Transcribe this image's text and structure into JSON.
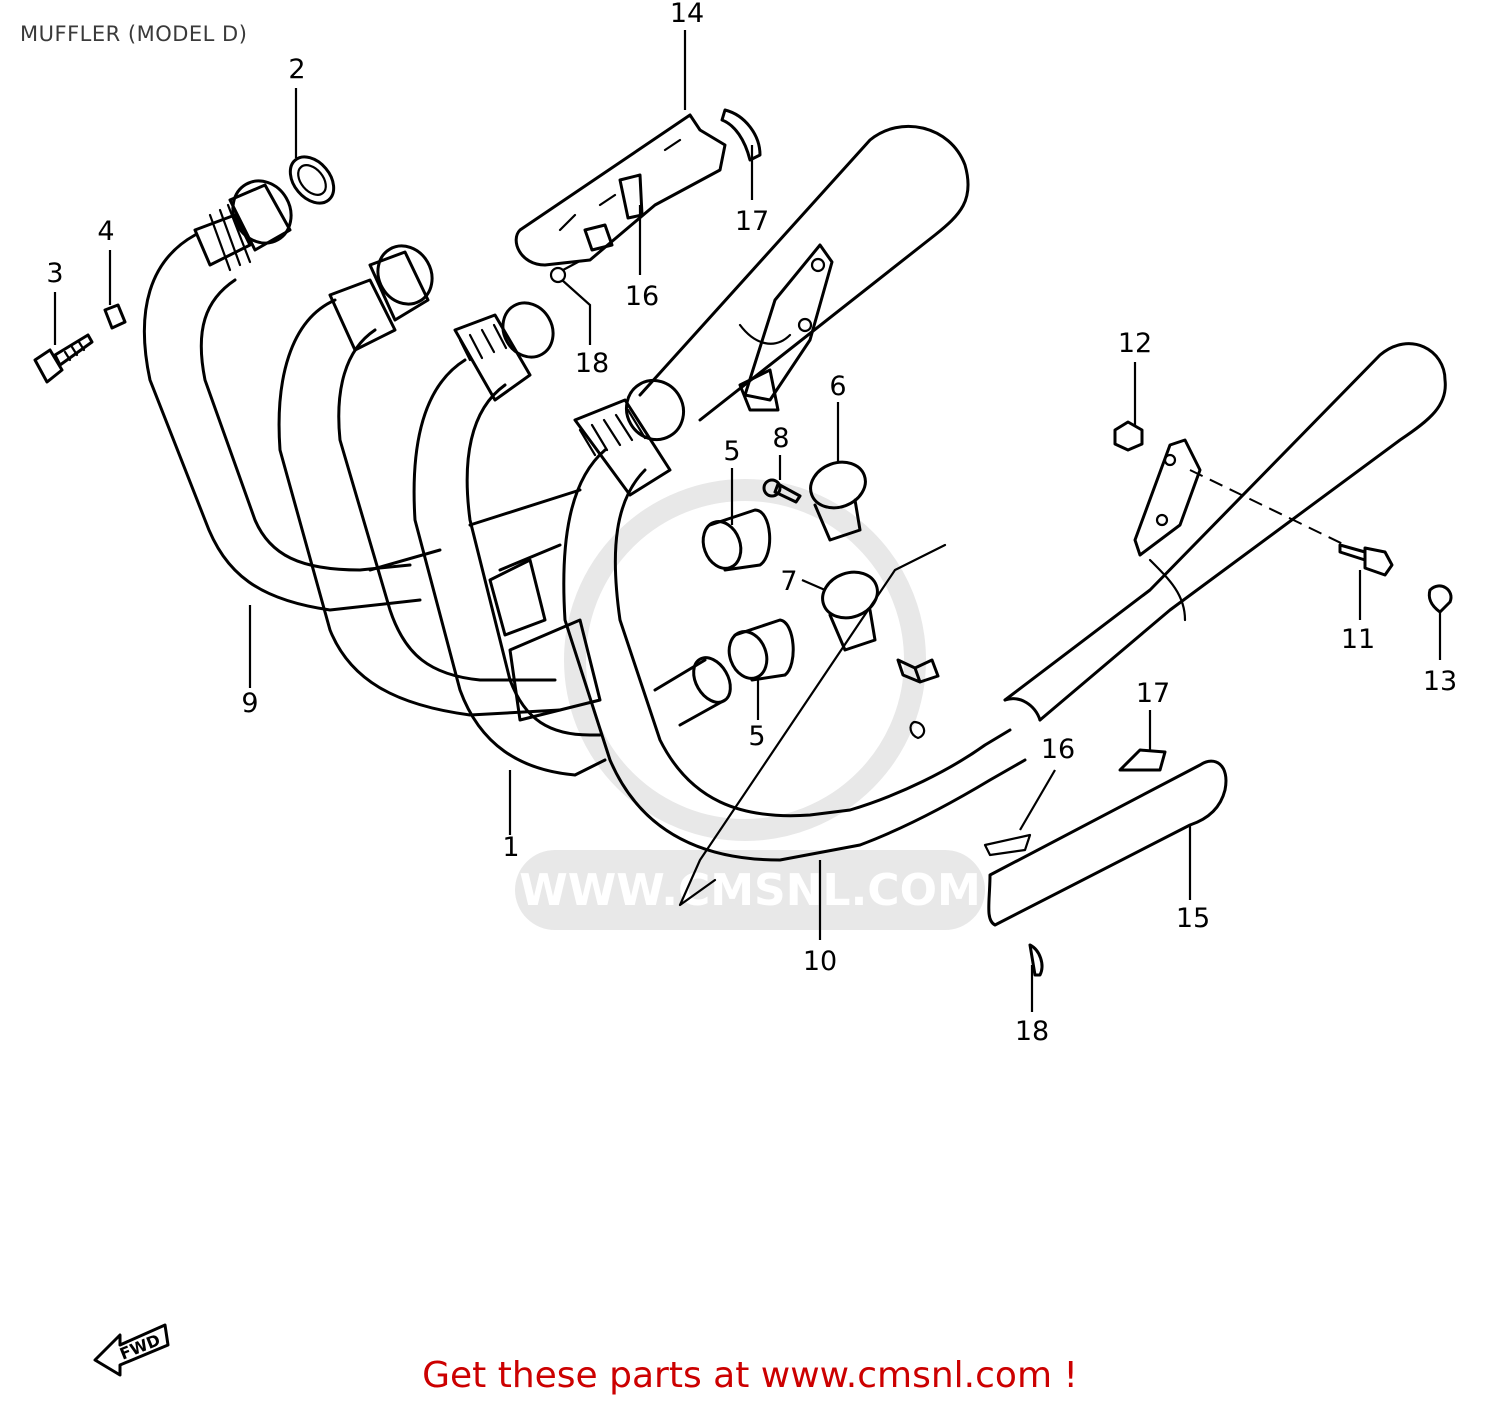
{
  "diagram": {
    "title": "MUFFLER (MODEL D)",
    "callouts": [
      "14",
      "2",
      "4",
      "3",
      "17",
      "16",
      "18",
      "12",
      "6",
      "8",
      "5",
      "7",
      "11",
      "13",
      "9",
      "5",
      "17",
      "16",
      "1",
      "15",
      "10",
      "18"
    ],
    "direction_tag": "FWD",
    "watermark": "WWW.CMSNL.COM"
  },
  "footer": {
    "promo_text": "Get these parts at www.cmsnl.com !"
  }
}
